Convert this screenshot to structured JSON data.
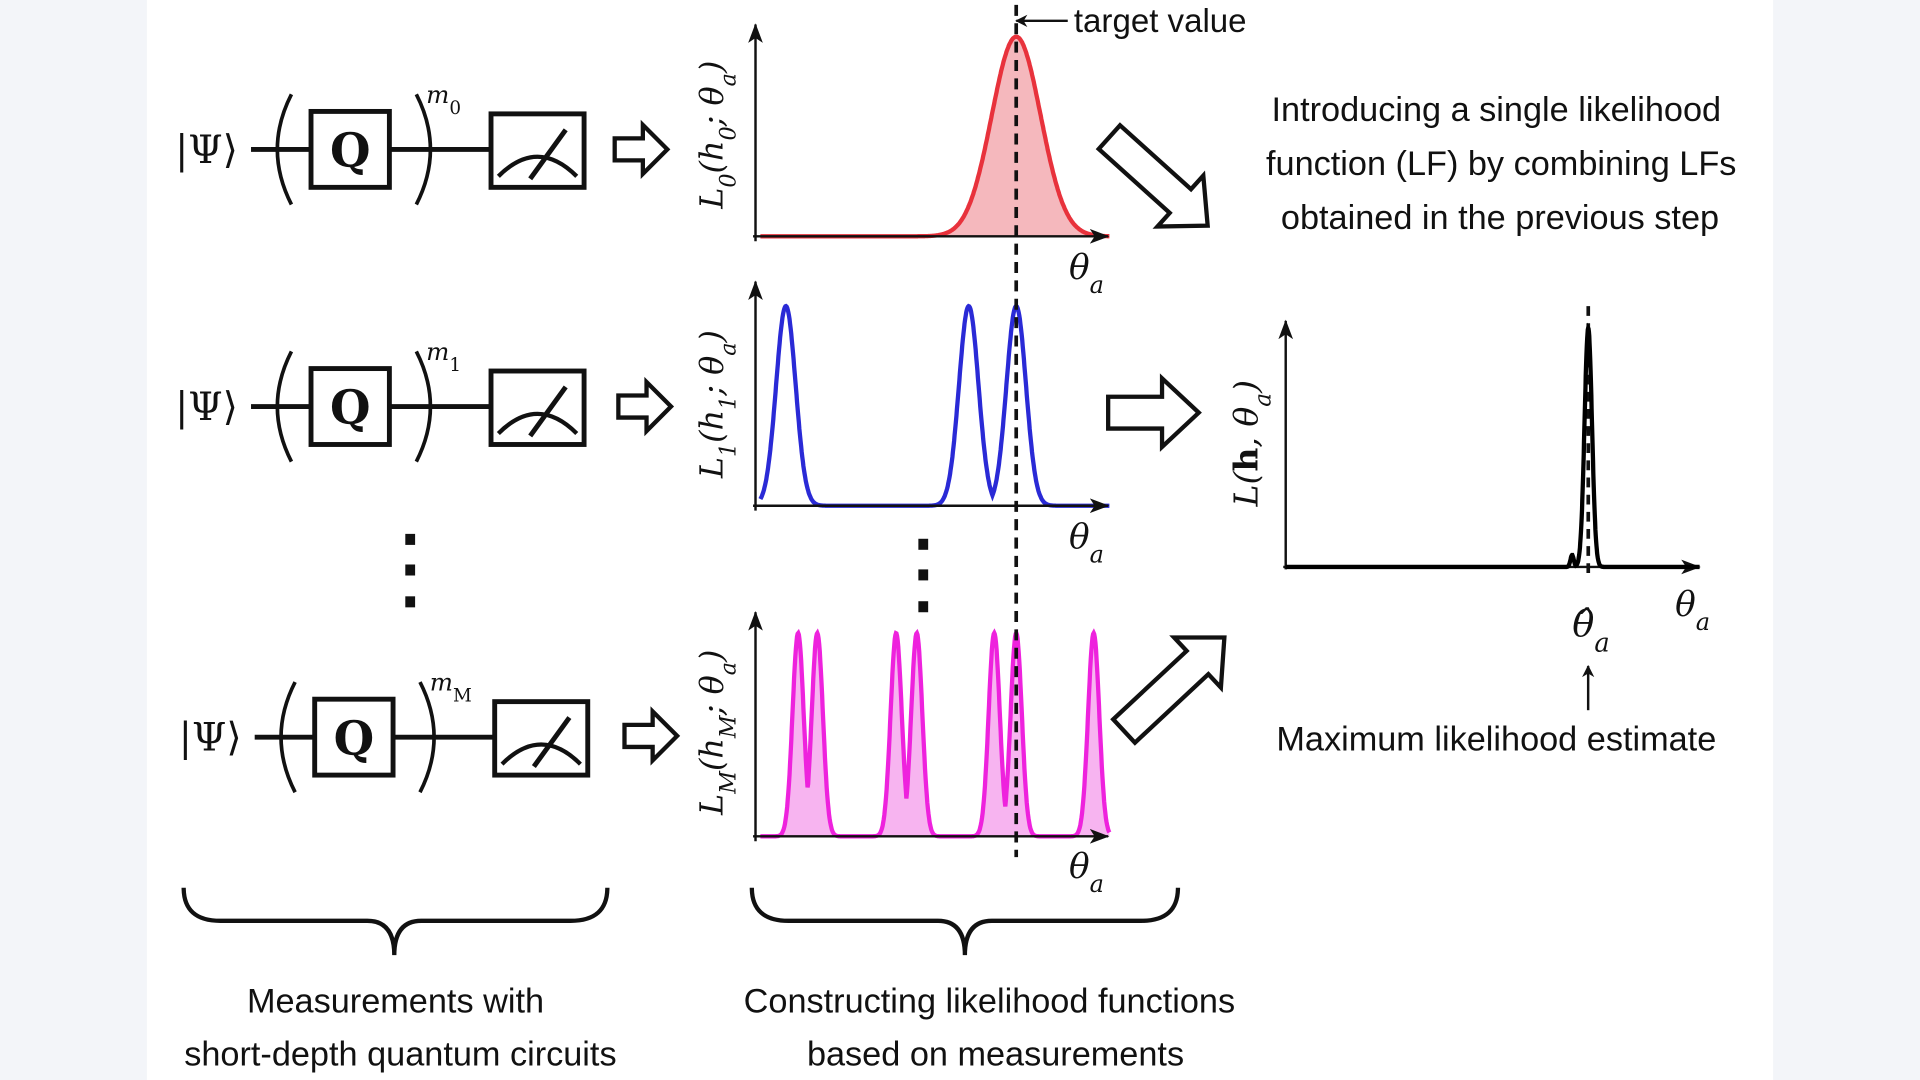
{
  "colors": {
    "background_outer": "#f3f5f9",
    "panel": "#ffffff",
    "lf0": "#e8323c",
    "lf0_fill": "#f5b8bd",
    "lf1": "#2a2ad6",
    "lfM": "#ee22dd",
    "lfM_fill": "#f7b4f0",
    "combined": "#000000"
  },
  "circuits": [
    {
      "psi": "|Ψ⟩",
      "gate": "Q",
      "power_base": "m",
      "power_sub": "0"
    },
    {
      "psi": "|Ψ⟩",
      "gate": "Q",
      "power_base": "m",
      "power_sub": "1"
    },
    {
      "psi": "|Ψ⟩",
      "gate": "Q",
      "power_base": "m",
      "power_sub": "M"
    }
  ],
  "target_label": "target value",
  "target_theta": 0.733,
  "likelihood_plots": [
    {
      "y_label_parts": [
        [
          "L",
          ""
        ],
        [
          "0",
          "sub"
        ],
        [
          "(h",
          ""
        ],
        [
          "0",
          "sub"
        ],
        [
          "; θ",
          ""
        ],
        [
          "a",
          "sub"
        ],
        [
          ")",
          ""
        ]
      ],
      "x_label": "θ",
      "x_label_sub": "a",
      "peaks": [
        0.733
      ],
      "width": 0.07,
      "style": "filled"
    },
    {
      "y_label_parts": [
        [
          "L",
          ""
        ],
        [
          "1",
          "sub"
        ],
        [
          "(h",
          ""
        ],
        [
          "1",
          "sub"
        ],
        [
          "; θ",
          ""
        ],
        [
          "a",
          "sub"
        ],
        [
          ")",
          ""
        ]
      ],
      "x_label": "θ",
      "x_label_sub": "a",
      "peaks": [
        0.073,
        0.597,
        0.733
      ],
      "width": 0.028,
      "style": "line"
    },
    {
      "y_label_parts": [
        [
          "L",
          ""
        ],
        [
          "M",
          "sub"
        ],
        [
          "(h",
          ""
        ],
        [
          "M",
          "sub"
        ],
        [
          "; θ",
          ""
        ],
        [
          "a",
          "sub"
        ],
        [
          ")",
          ""
        ]
      ],
      "x_label": "θ",
      "x_label_sub": "a",
      "peaks": [
        0.108,
        0.163,
        0.389,
        0.448,
        0.67,
        0.733,
        0.955
      ],
      "width": 0.016,
      "style": "filled"
    }
  ],
  "combined_plot": {
    "y_label_parts": [
      [
        "L(",
        ""
      ],
      [
        "h",
        "bold"
      ],
      [
        ", θ",
        ""
      ],
      [
        "a",
        "sub"
      ],
      [
        ")",
        ""
      ]
    ],
    "x_label": "θ",
    "x_label_sub": "a",
    "estimate_label": "θ̂",
    "estimate_label_sub": "a",
    "peak": 0.731,
    "peak_width": 0.009,
    "side_bump": 0.692,
    "side_bump_height": 0.05
  },
  "combine_text": [
    "Introducing a single likelihood",
    "function (LF) by combining  LFs",
    "obtained in the previous step"
  ],
  "estimate_text": "Maximum likelihood estimate",
  "captions": {
    "measurements": [
      "Measurements with",
      "short-depth quantum circuits"
    ],
    "constructing": [
      "Constructing likelihood functions",
      "based on measurements"
    ]
  }
}
